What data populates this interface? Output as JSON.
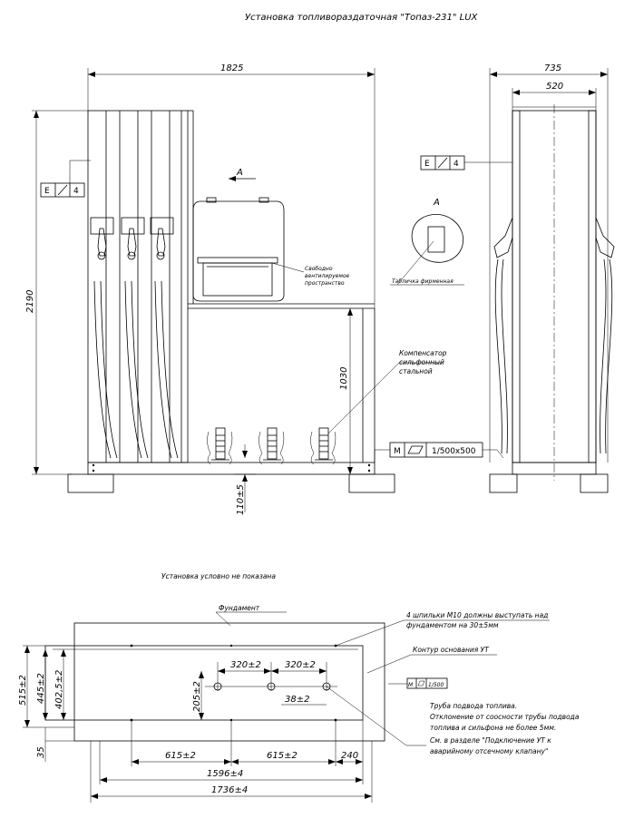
{
  "title": "Установка топливораздаточная \"Топаз-231\" LUX",
  "front_view": {
    "dim_width": "1825",
    "dim_height": "2190",
    "dim_height_lower": "1030",
    "dim_plinth": "110±5",
    "view_arrow_label": "А",
    "frame_symbol": "E",
    "frame_value": "4",
    "note_free_space": [
      "Свободно",
      "вентилируемое",
      "пространство"
    ],
    "note_compensator": [
      "Компенсатор",
      "сильфонный",
      "стальной"
    ],
    "flatness_symbol": "M",
    "flatness_value": "1/500x500"
  },
  "side_view": {
    "dim_width": "735",
    "dim_width_inner": "520",
    "frame_symbol": "E",
    "frame_value": "4"
  },
  "detail_a": {
    "label": "А",
    "note": "Табличка фирменная"
  },
  "plan_view": {
    "caption": "Установка условно не показана",
    "label_foundation": "Фундамент",
    "note_studs": [
      "4 шпильки М10 должны выступать над",
      "фундаментом на 30±5мм"
    ],
    "label_base_contour": "Контур основания УТ",
    "flatness_symbol": "M",
    "flatness_value": "1/500",
    "note_pipe": [
      "Труба подвода топлива.",
      "Отклонение от соосности трубы подвода",
      "топлива и сильфона не более 5мм.",
      "См. в разделе \"Подключение УТ к",
      "аварийному отсечному клапану\""
    ],
    "dim_320_a": "320±2",
    "dim_320_b": "320±2",
    "dim_38": "38±2",
    "dim_205": "205±2",
    "dim_402": "402,5±2",
    "dim_445": "445±2",
    "dim_515": "515±2",
    "dim_35": "35",
    "dim_615_a": "615±2",
    "dim_615_b": "615±2",
    "dim_240": "240",
    "dim_1596": "1596±4",
    "dim_1736": "1736±4"
  }
}
